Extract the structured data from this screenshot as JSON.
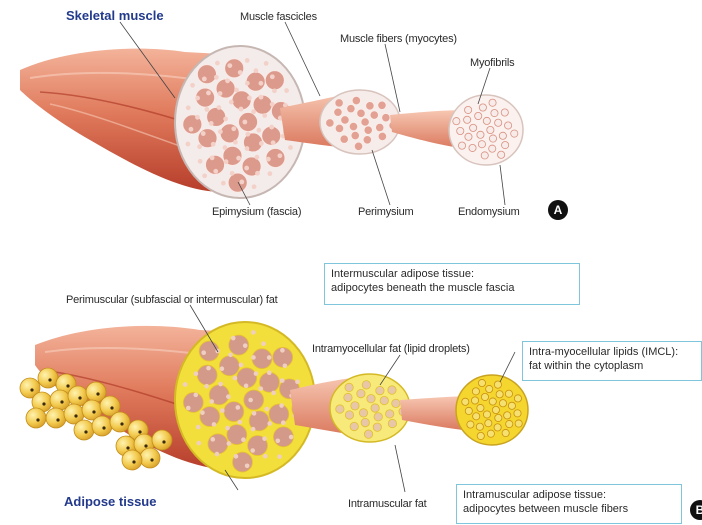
{
  "panel_a": {
    "title": "Skeletal muscle",
    "labels": {
      "fascicles": "Muscle fascicles",
      "fibers": "Muscle fibers (myocytes)",
      "myofibrils": "Myofibrils",
      "epimysium": "Epimysium (fascia)",
      "perimysium": "Perimysium",
      "endomysium": "Endomysium"
    },
    "badge": "A"
  },
  "panel_b": {
    "title": "Adipose tissue",
    "labels": {
      "perimuscular": "Perimuscular (subfascial or intermuscular) fat",
      "intramyocellular_fat": "Intramyocellular fat (lipid droplets)",
      "intramuscular_fat": "Intramuscular fat"
    },
    "callouts": {
      "intermuscular": {
        "line1": "Intermuscular adipose tissue:",
        "line2": "adipocytes beneath the muscle fascia"
      },
      "imcl": {
        "line1": "Intra-myocellular lipids (IMCL):",
        "line2": "fat within the cytoplasm"
      },
      "intramuscular": {
        "line1": "Intramuscular adipose tissue:",
        "line2": "adipocytes between muscle fibers"
      }
    },
    "badge": "B"
  },
  "colors": {
    "muscle_dark": "#c8452f",
    "muscle_mid": "#e07a5c",
    "muscle_light": "#f2b59c",
    "fiber_dots": "#e8aa9c",
    "fat_yellow": "#f2dc4a",
    "fat_orange": "#f0c24a",
    "callout_border": "#7fc6dc",
    "title_blue": "#233a8c"
  }
}
